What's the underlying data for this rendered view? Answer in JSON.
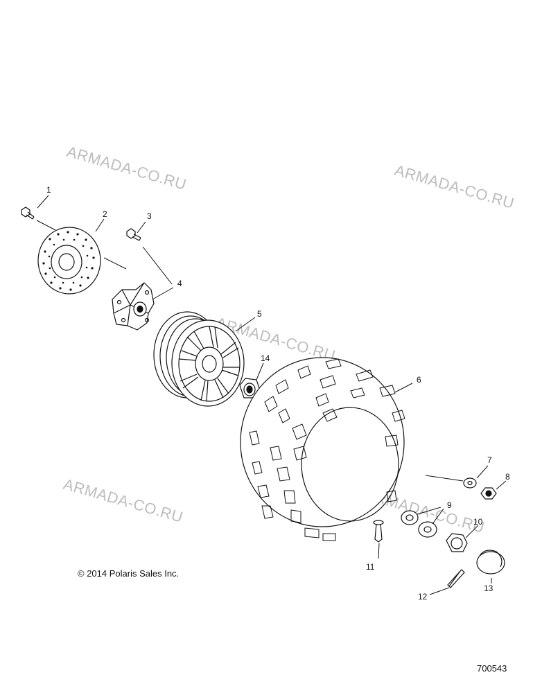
{
  "watermark": "ARMADA-CO.RU",
  "copyright": "© 2014 Polaris Sales Inc.",
  "document_number": "700543",
  "callouts": [
    "1",
    "2",
    "3",
    "4",
    "5",
    "6",
    "7",
    "8",
    "9",
    "10",
    "11",
    "12",
    "13",
    "14"
  ],
  "colors": {
    "line": "#111111",
    "watermark": "#bdbdbd",
    "background": "#ffffff"
  }
}
